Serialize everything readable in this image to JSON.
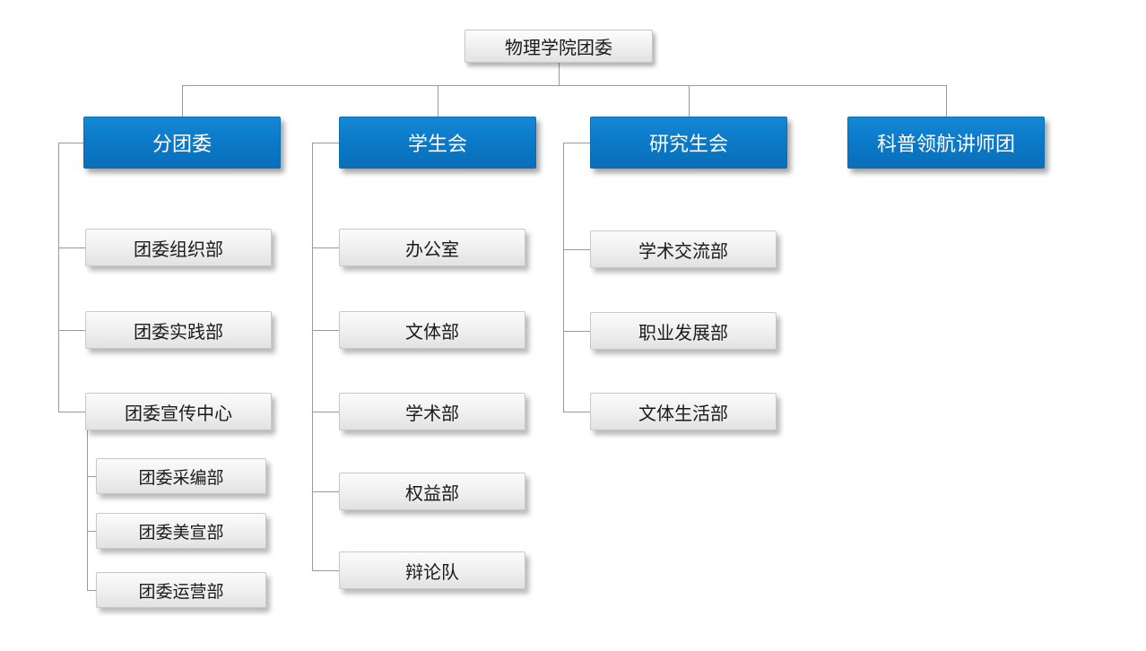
{
  "org": {
    "root": "物理学院团委",
    "branches": [
      {
        "label": "分团委",
        "children": [
          "团委组织部",
          "团委实践部",
          "团委宣传中心"
        ],
        "grandchildren": [
          "团委采编部",
          "团委美宣部",
          "团委运营部"
        ]
      },
      {
        "label": "学生会",
        "children": [
          "办公室",
          "文体部",
          "学术部",
          "权益部",
          "辩论队"
        ]
      },
      {
        "label": "研究生会",
        "children": [
          "学术交流部",
          "职业发展部",
          "文体生活部"
        ]
      },
      {
        "label": "科普领航讲师团",
        "children": []
      }
    ],
    "colors": {
      "branch_fill": "#0b7ac9",
      "leaf_fill_top": "#fbfbfb",
      "leaf_fill_bottom": "#e2e2e2",
      "connector": "#9a9a9a",
      "branch_text": "#ffffff",
      "leaf_text": "#1a1a1a"
    }
  }
}
